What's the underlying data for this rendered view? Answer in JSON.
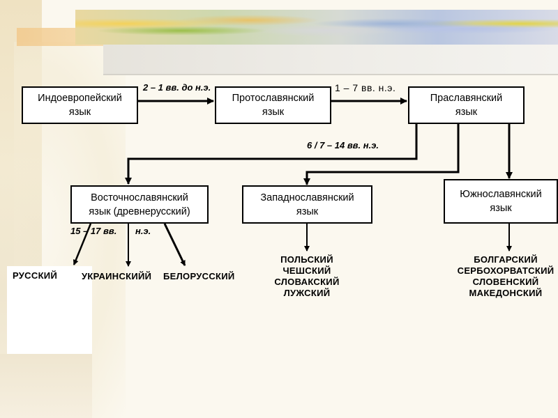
{
  "boxes": {
    "indo_european": "Индоевропейский\nязык",
    "proto_slavic": "Протославянский\nязык",
    "praslavic": "Праславянский\nязык",
    "east_slavic": "Восточнославянский\nязык (древнерусский)",
    "west_slavic": "Западнославянский\nязык",
    "south_slavic": "Южнославянский\nязык"
  },
  "labels": {
    "period_1": "2 – 1 вв. до н.э.",
    "period_2": "1 – 7 вв.  н.э.",
    "period_3": "6 / 7 – 14 вв.   н.э.",
    "period_4_a": "15 – 17 вв.",
    "period_4_b": "н.э."
  },
  "east_languages": {
    "russian": "РУССКИЙ",
    "ukrainian": "УКРАИНСКИЙЙ",
    "belarusian": "БЕЛОРУССКИЙ"
  },
  "west_languages": [
    "ПОЛЬСКИЙ",
    "ЧЕШСКИЙ",
    "СЛОВАКСКИЙ",
    "ЛУЖСКИЙ"
  ],
  "south_languages": [
    "БОЛГАРСКИЙ",
    "СЕРБОХОРВАТСКИЙ",
    "СЛОВЕНСКИЙ",
    "МАКЕДОНСКИЙ"
  ]
}
